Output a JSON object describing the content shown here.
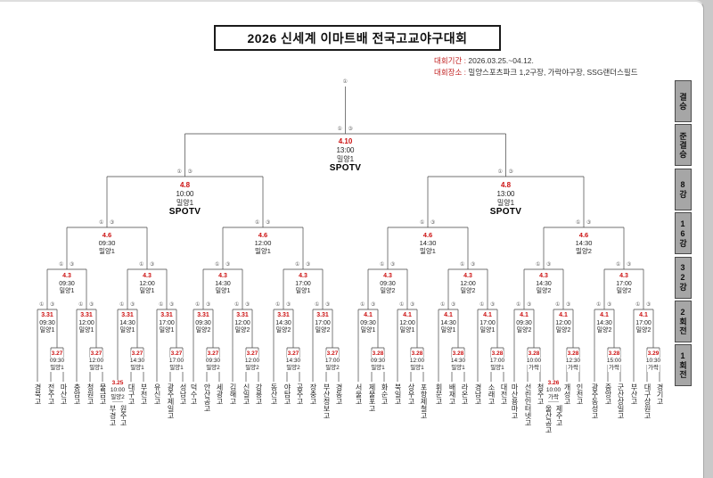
{
  "title": "2026 신세계 이마트배 전국고교야구대회",
  "info": {
    "period_label": "대회기간 :",
    "period_value": "2026.03.25.~04.12.",
    "venue_label": "대회장소 :",
    "venue_value": "밀양스포츠파크 1,2구장, 가락야구장, SSG랜더스필드"
  },
  "round_labels": [
    "결승",
    "준결승",
    "8강",
    "16강",
    "32강",
    "2회전",
    "1회전"
  ],
  "junction": {
    "left_mark": "①",
    "right_mark": "③",
    "top_mark": "①"
  },
  "final": {
    "date": "4.10",
    "time": "13:00",
    "venue": "밀양1",
    "tv": "SPOTV"
  },
  "semifinals": [
    {
      "date": "4.8",
      "time": "10:00",
      "venue": "밀양1",
      "tv": "SPOTV"
    },
    {
      "date": "4.8",
      "time": "13:00",
      "venue": "밀양1",
      "tv": "SPOTV"
    }
  ],
  "quarterfinals": [
    {
      "date": "4.6",
      "time": "09:30",
      "venue": "밀양1"
    },
    {
      "date": "4.6",
      "time": "12:00",
      "venue": "밀양1"
    },
    {
      "date": "4.6",
      "time": "14:30",
      "venue": "밀양1"
    },
    {
      "date": "4.6",
      "time": "14:30",
      "venue": "밀양2"
    }
  ],
  "round16": [
    {
      "date": "4.3",
      "time": "09:30",
      "venue": "밀양1"
    },
    {
      "date": "4.3",
      "time": "12:00",
      "venue": "밀양1"
    },
    {
      "date": "4.3",
      "time": "14:30",
      "venue": "밀양1"
    },
    {
      "date": "4.3",
      "time": "17:00",
      "venue": "밀양1"
    },
    {
      "date": "4.3",
      "time": "09:30",
      "venue": "밀양2"
    },
    {
      "date": "4.3",
      "time": "12:00",
      "venue": "밀양2"
    },
    {
      "date": "4.3",
      "time": "14:30",
      "venue": "밀양2"
    },
    {
      "date": "4.3",
      "time": "17:00",
      "venue": "밀양2"
    }
  ],
  "groups": [
    {
      "r32": {
        "date": "3.31",
        "time": "09:30",
        "venue": "밀양1"
      },
      "left": {
        "team": "경북고"
      },
      "r2": {
        "date": "3.27",
        "time": "09:30",
        "venue": "밀양1",
        "team_a": "전주고",
        "team_b": "마산고"
      }
    },
    {
      "r32": {
        "date": "3.31",
        "time": "12:00",
        "venue": "밀양1"
      },
      "left": {
        "team": "충암고"
      },
      "r2": {
        "date": "3.27",
        "time": "12:00",
        "venue": "밀양1",
        "team_a": "청원고",
        "team_b": "물금고"
      }
    },
    {
      "r32": {
        "date": "3.31",
        "time": "14:30",
        "venue": "밀양1"
      },
      "left": {
        "r1": {
          "date": "3.25",
          "time": "10:00",
          "venue": "밀양2",
          "team_a": "부경고",
          "team_b": "원주고"
        }
      },
      "r2": {
        "date": "3.27",
        "time": "14:30",
        "venue": "밀양1",
        "team_a": "대구고",
        "team_b": "부천고"
      }
    },
    {
      "r32": {
        "date": "3.31",
        "time": "17:00",
        "venue": "밀양1"
      },
      "left": {
        "team": "유신고"
      },
      "r2": {
        "date": "3.27",
        "time": "17:00",
        "venue": "밀양1",
        "team_a": "광주제일고",
        "team_b": "성남고"
      }
    },
    {
      "r32": {
        "date": "3.31",
        "time": "09:30",
        "venue": "밀양2"
      },
      "left": {
        "team": "덕수고"
      },
      "r2": {
        "date": "3.27",
        "time": "09:30",
        "venue": "밀양2",
        "team_a": "안산공고",
        "team_b": "세광고"
      }
    },
    {
      "r32": {
        "date": "3.31",
        "time": "12:00",
        "venue": "밀양2"
      },
      "left": {
        "team": "김해고"
      },
      "r2": {
        "date": "3.27",
        "time": "12:00",
        "venue": "밀양2",
        "team_a": "신일고",
        "team_b": "강릉고"
      }
    },
    {
      "r32": {
        "date": "3.31",
        "time": "14:30",
        "venue": "밀양2"
      },
      "left": {
        "team": "동산고"
      },
      "r2": {
        "date": "3.27",
        "time": "14:30",
        "venue": "밀양2",
        "team_a": "야탑고",
        "team_b": "공주고"
      }
    },
    {
      "r32": {
        "date": "3.31",
        "time": "17:00",
        "venue": "밀양2"
      },
      "left": {
        "team": "장충고"
      },
      "r2": {
        "date": "3.27",
        "time": "17:00",
        "venue": "밀양2",
        "team_a": "부산정보고",
        "team_b": "경동고"
      }
    },
    {
      "r32": {
        "date": "4.1",
        "time": "09:30",
        "venue": "밀양1"
      },
      "left": {
        "team": "서울고"
      },
      "r2": {
        "date": "3.28",
        "time": "09:30",
        "venue": "밀양1",
        "team_a": "제물포고",
        "team_b": "화순고"
      }
    },
    {
      "r32": {
        "date": "4.1",
        "time": "12:00",
        "venue": "밀양1"
      },
      "left": {
        "team": "북일고"
      },
      "r2": {
        "date": "3.28",
        "time": "12:00",
        "venue": "밀양1",
        "team_a": "상우고",
        "team_b": "포항제철고"
      }
    },
    {
      "r32": {
        "date": "4.1",
        "time": "14:30",
        "venue": "밀양1"
      },
      "left": {
        "team": "휘문고"
      },
      "r2": {
        "date": "3.28",
        "time": "14:30",
        "venue": "밀양1",
        "team_a": "배재고",
        "team_b": "라온고"
      }
    },
    {
      "r32": {
        "date": "4.1",
        "time": "17:00",
        "venue": "밀양1"
      },
      "left": {
        "team": "경남고"
      },
      "r2": {
        "date": "3.28",
        "time": "17:00",
        "venue": "밀양1",
        "team_a": "소래고",
        "team_b": "대전고"
      }
    },
    {
      "r32": {
        "date": "4.1",
        "time": "09:30",
        "venue": "밀양2"
      },
      "left": {
        "team": "마산용마고"
      },
      "r2": {
        "date": "3.28",
        "time": "10:00",
        "venue": "가락",
        "team_a": "선린인터넷고",
        "team_b": "청주고"
      }
    },
    {
      "r32": {
        "date": "4.1",
        "time": "12:00",
        "venue": "밀양2"
      },
      "left": {
        "r1": {
          "date": "3.26",
          "time": "10:00",
          "venue": "가락",
          "team_a": "울산공고",
          "team_b": "제주고"
        }
      },
      "r2": {
        "date": "3.28",
        "time": "12:30",
        "venue": "가락",
        "team_a": "개성고",
        "team_b": "인천고"
      }
    },
    {
      "r32": {
        "date": "4.1",
        "time": "14:30",
        "venue": "밀양2"
      },
      "left": {
        "team": "광주동성고"
      },
      "r2": {
        "date": "3.28",
        "time": "15:00",
        "venue": "가락",
        "team_a": "중앙고",
        "team_b": "군산상일고"
      }
    },
    {
      "r32": {
        "date": "4.1",
        "time": "17:00",
        "venue": "밀양2"
      },
      "left": {
        "team": "부산고"
      },
      "r2": {
        "date": "3.29",
        "time": "10:30",
        "venue": "가락",
        "team_a": "대구상원고",
        "team_b": "경기고"
      }
    }
  ]
}
